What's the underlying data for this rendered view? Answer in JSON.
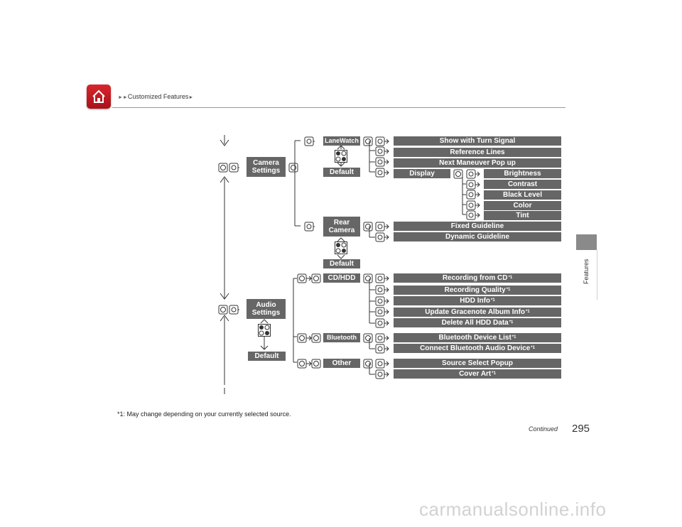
{
  "header": {
    "arrows": "►►",
    "section": "Customized Features",
    "end_arrow": "►"
  },
  "side": {
    "label": "Features"
  },
  "pills": {
    "camera_settings": [
      "Camera",
      "Settings"
    ],
    "lanewatch": "LaneWatch",
    "default": "Default",
    "show_turn_signal": "Show with Turn Signal",
    "reference_lines": "Reference Lines",
    "next_maneuver": "Next Maneuver Pop up",
    "display": "Display",
    "brightness": "Brightness",
    "contrast": "Contrast",
    "black_level": "Black Level",
    "color": "Color",
    "tint": "Tint",
    "rear_camera": [
      "Rear",
      "Camera"
    ],
    "fixed_guideline": "Fixed Guideline",
    "dynamic_guideline": "Dynamic Guideline",
    "audio_settings": [
      "Audio",
      "Settings"
    ],
    "cd_hdd": "CD/HDD",
    "recording_from_cd": "Recording from CD",
    "recording_quality": "Recording Quality",
    "hdd_info": "HDD Info",
    "update_gracenote": "Update Gracenote Album Info",
    "delete_hdd": "Delete All HDD Data",
    "bluetooth": "Bluetooth",
    "bt_device_list": "Bluetooth Device List",
    "connect_bt_audio": "Connect Bluetooth Audio Device",
    "other": "Other",
    "source_select_popup": "Source Select Popup",
    "cover_art": "Cover Art"
  },
  "footnote_mark": "*1",
  "footnote": "*1: May change depending on your currently selected source.",
  "continued": "Continued",
  "page_number": "295",
  "watermark": "carmanualsonline.info",
  "icons": [
    "home-icon",
    "rotate-knob-icon",
    "press-knob-icon",
    "slide-knob-icon"
  ],
  "colors": {
    "pill_bg": "#666666",
    "home_button": "#c41c24",
    "rule": "#9a9a9a"
  }
}
